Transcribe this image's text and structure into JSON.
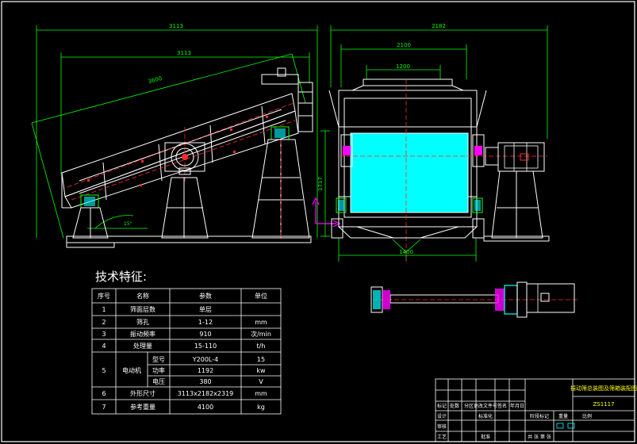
{
  "views": {
    "side": {
      "dims": {
        "overall_length": "3113",
        "length_2": "3113",
        "screen_length": "3600",
        "height": "1717",
        "angle": "15°"
      }
    },
    "end": {
      "dims": {
        "overall_width": "2182",
        "width_2": "2100",
        "deck_width": "1200",
        "base_width": "1400"
      }
    }
  },
  "tech": {
    "title": "技术特征:",
    "headers": [
      "序号",
      "名称",
      "参数",
      "单位"
    ],
    "rows": [
      {
        "no": "1",
        "name": "筛面层数",
        "value": "单层",
        "unit": ""
      },
      {
        "no": "2",
        "name": "筛孔",
        "value": "1-12",
        "unit": "mm"
      },
      {
        "no": "3",
        "name": "振动频率",
        "value": "910",
        "unit": "次/min"
      },
      {
        "no": "4",
        "name": "处理量",
        "value": "15-110",
        "unit": "t/h"
      },
      {
        "no": "5",
        "name": "电动机",
        "sub": [
          {
            "label": "型号",
            "value": "Y200L-4",
            "unit": "15"
          },
          {
            "label": "功率",
            "value": "1192",
            "unit": "kw"
          },
          {
            "label": "电压",
            "value": "380",
            "unit": "V"
          }
        ]
      },
      {
        "no": "6",
        "name": "外形尺寸",
        "value": "3113x2182x2319",
        "unit": "mm"
      },
      {
        "no": "7",
        "name": "参考重量",
        "value": "4100",
        "unit": "kg"
      }
    ]
  },
  "title_block": {
    "drawing_title": "振动筛总装图及筛箱装配图",
    "drawing_no": "ZS1117",
    "rows": [
      [
        "标记",
        "处数",
        "分区",
        "更改文件号",
        "签名",
        "年月日"
      ],
      [
        "设计",
        "",
        "",
        "标准化",
        "",
        ""
      ],
      [
        "审核",
        "",
        "",
        "",
        "",
        ""
      ],
      [
        "工艺",
        "",
        "",
        "批准",
        "",
        ""
      ]
    ],
    "labels": {
      "stage": "阶段标记",
      "weight": "重量",
      "scale": "比例",
      "sheet": "共 张 第 张"
    }
  },
  "colors": {
    "background": "#000000",
    "outline": "#ffffff",
    "dimension": "#00ff00",
    "centerline": "#ff2a2a",
    "hatch": "#ff00ff",
    "fill": "#00ffff",
    "accent": "#ffff00",
    "table_text": "#ffffff"
  }
}
